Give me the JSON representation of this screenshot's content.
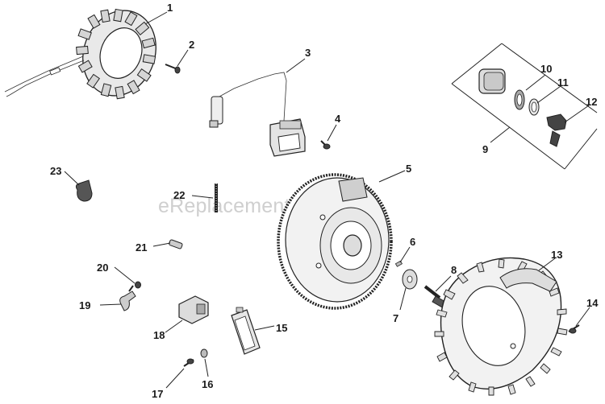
{
  "watermark": "eReplacementParts.com",
  "callouts": [
    {
      "id": "c1",
      "label": "1"
    },
    {
      "id": "c2",
      "label": "2"
    },
    {
      "id": "c3",
      "label": "3"
    },
    {
      "id": "c4",
      "label": "4"
    },
    {
      "id": "c5",
      "label": "5"
    },
    {
      "id": "c6",
      "label": "6"
    },
    {
      "id": "c7",
      "label": "7"
    },
    {
      "id": "c8",
      "label": "8"
    },
    {
      "id": "c9",
      "label": "9"
    },
    {
      "id": "c10",
      "label": "10"
    },
    {
      "id": "c11",
      "label": "11"
    },
    {
      "id": "c12",
      "label": "12"
    },
    {
      "id": "c13",
      "label": "13"
    },
    {
      "id": "c14",
      "label": "14"
    },
    {
      "id": "c15",
      "label": "15"
    },
    {
      "id": "c16",
      "label": "16"
    },
    {
      "id": "c17",
      "label": "17"
    },
    {
      "id": "c18",
      "label": "18"
    },
    {
      "id": "c19",
      "label": "19"
    },
    {
      "id": "c20",
      "label": "20"
    },
    {
      "id": "c21",
      "label": "21"
    },
    {
      "id": "c22",
      "label": "22"
    },
    {
      "id": "c23",
      "label": "23"
    }
  ]
}
